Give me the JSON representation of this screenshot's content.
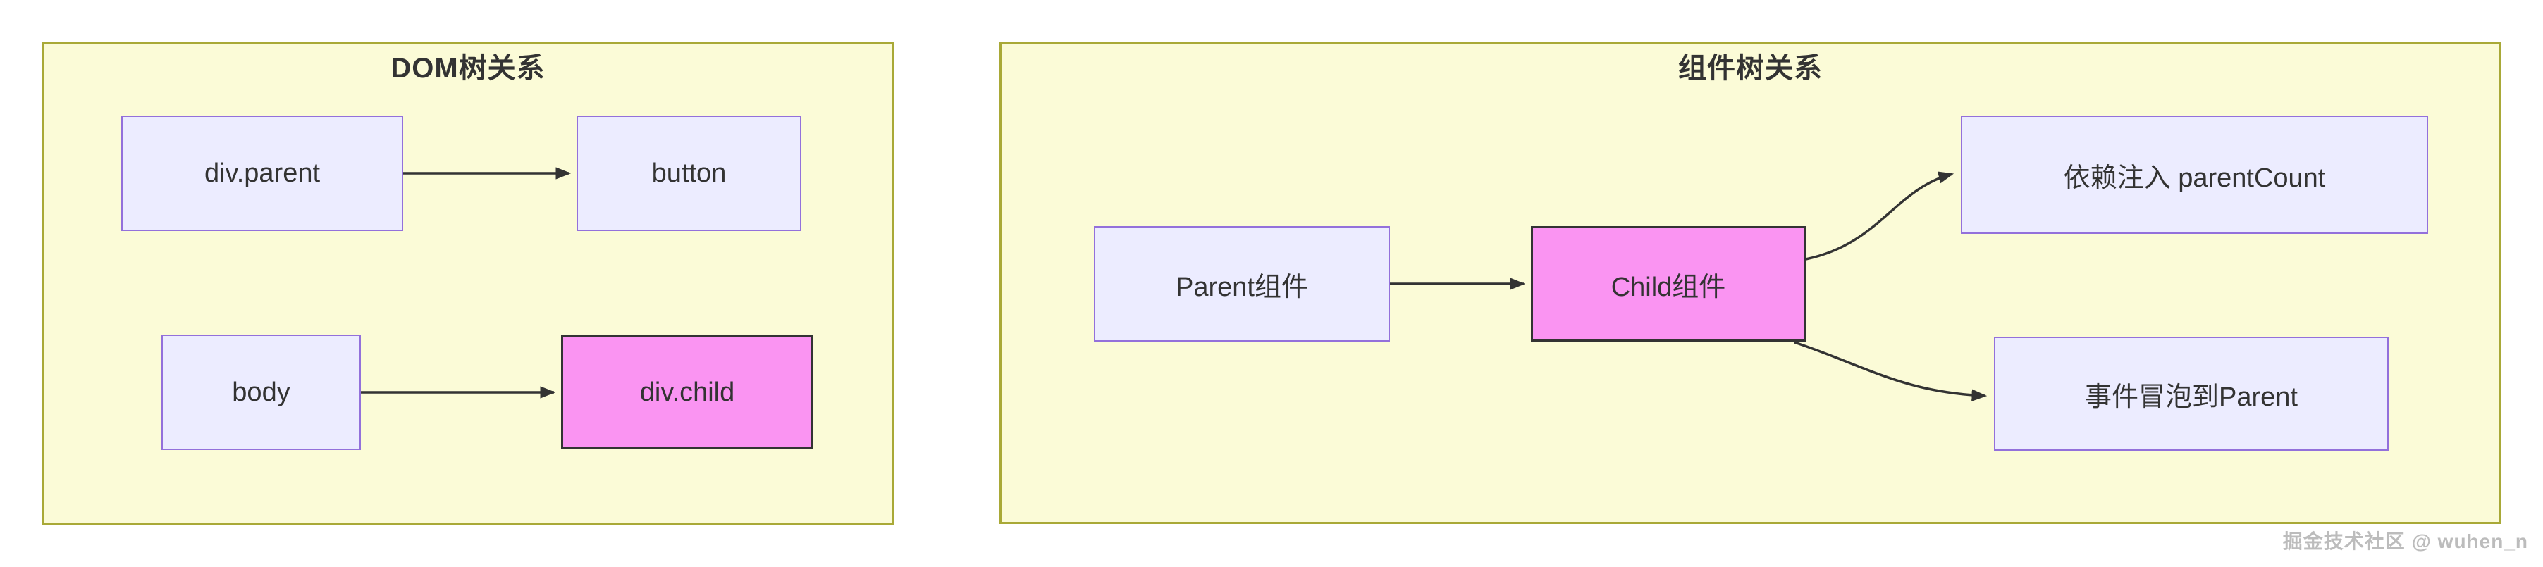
{
  "watermark": "掘金技术社区 @ wuhen_n",
  "colors": {
    "panel_fill": "#fbfbd7",
    "panel_border": "#a9a937",
    "node_fill": "#ececff",
    "node_border": "#9370db",
    "highlight_fill": "#fa94f2",
    "highlight_border": "#333333",
    "arrow": "#333333",
    "text": "#333333",
    "watermark_color": "#bcbcbc"
  },
  "left_panel": {
    "title": "DOM树关系",
    "nodes": [
      {
        "id": "div-parent",
        "label": "div.parent",
        "highlight": false
      },
      {
        "id": "button",
        "label": "button",
        "highlight": false
      },
      {
        "id": "body",
        "label": "body",
        "highlight": false
      },
      {
        "id": "div-child",
        "label": "div.child",
        "highlight": true
      }
    ],
    "edges": [
      {
        "from": "div.parent",
        "to": "button"
      },
      {
        "from": "body",
        "to": "div.child"
      }
    ]
  },
  "right_panel": {
    "title": "组件树关系",
    "nodes": [
      {
        "id": "parent-comp",
        "label": "Parent组件",
        "highlight": false
      },
      {
        "id": "child-comp",
        "label": "Child组件",
        "highlight": true
      },
      {
        "id": "inject",
        "label": "依赖注入 parentCount",
        "highlight": false
      },
      {
        "id": "bubble",
        "label": "事件冒泡到Parent",
        "highlight": false
      }
    ],
    "edges": [
      {
        "from": "Parent组件",
        "to": "Child组件"
      },
      {
        "from": "Child组件",
        "to": "依赖注入 parentCount"
      },
      {
        "from": "Child组件",
        "to": "事件冒泡到Parent"
      }
    ]
  }
}
